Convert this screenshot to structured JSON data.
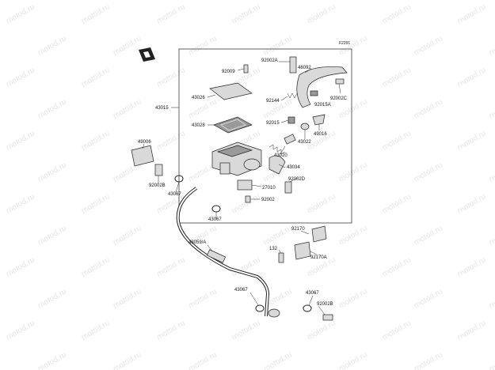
{
  "diagram": {
    "figure_code": "F2291",
    "watermark": "motod.ru",
    "parts": {
      "p92009": "92009",
      "p92002A": "92002A",
      "p46092": "46092",
      "p43026": "43026",
      "p92144": "92144",
      "p92015A": "92015A",
      "p92002C": "92002C",
      "p43015": "43015",
      "p43028": "43028",
      "p92015": "92015",
      "p43022": "43022",
      "p49016": "49016",
      "p49006": "49006",
      "p43020": "43020",
      "p43034": "43034",
      "p92002B_left": "92002B",
      "p92002D": "92002D",
      "p43067_top": "43067",
      "p27010": "27010",
      "p92002": "92002",
      "p43067_mid": "43067",
      "p43059A": "43059/A",
      "p92170": "92170",
      "p132": "132",
      "p92170A": "92170A",
      "p43067_bl": "43067",
      "p43067_br": "43067",
      "p92002B_right": "92002B"
    }
  }
}
